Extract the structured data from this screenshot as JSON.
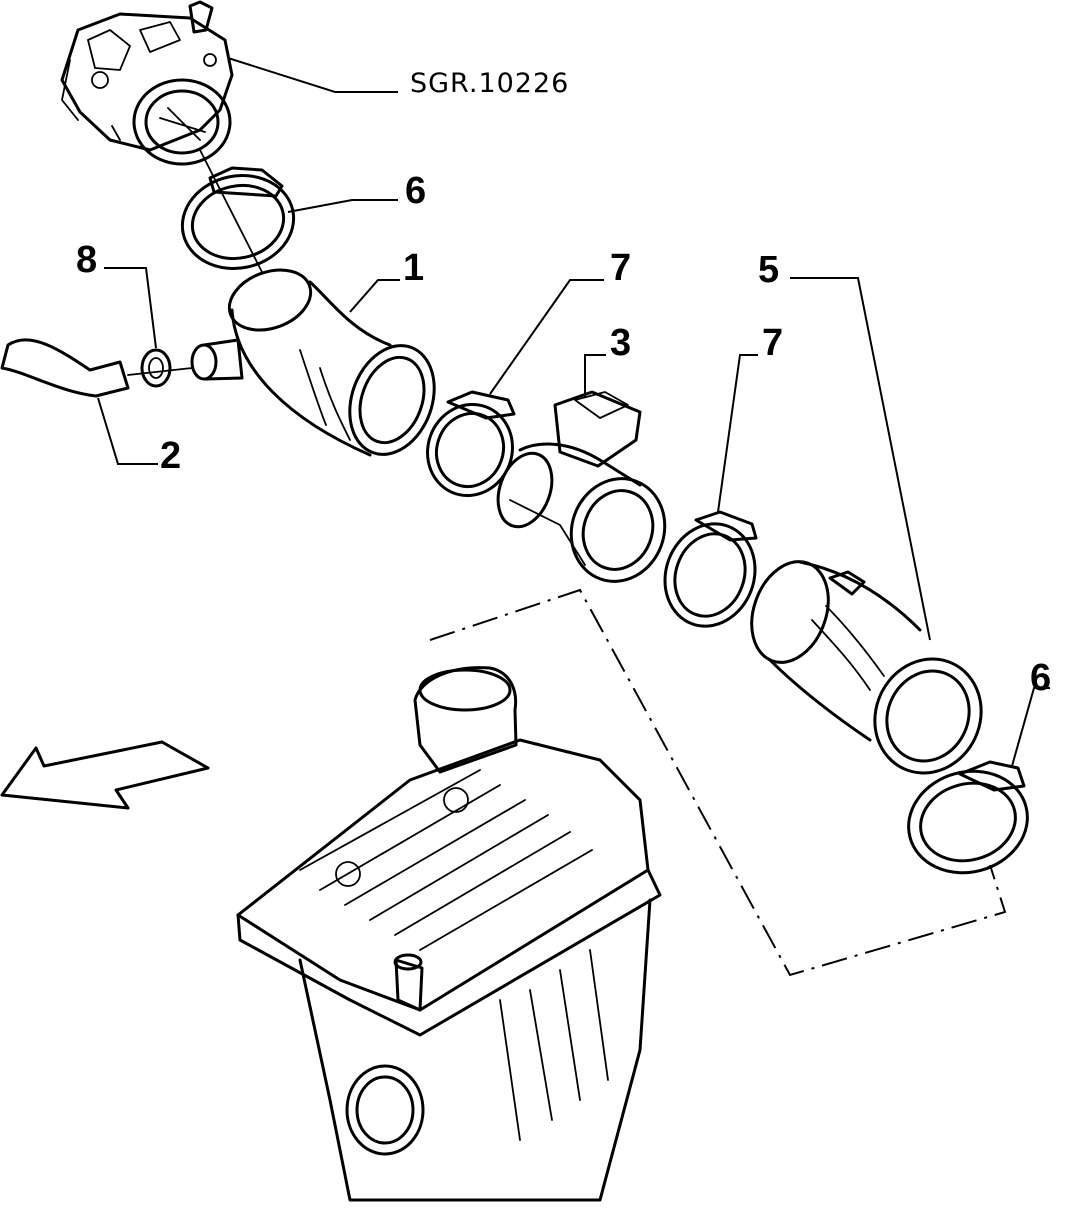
{
  "diagram": {
    "reference_code": "SGR.10226",
    "callouts": [
      {
        "id": "c6a",
        "label": "6"
      },
      {
        "id": "c8",
        "label": "8"
      },
      {
        "id": "c1",
        "label": "1"
      },
      {
        "id": "c7a",
        "label": "7"
      },
      {
        "id": "c5",
        "label": "5"
      },
      {
        "id": "c3",
        "label": "3"
      },
      {
        "id": "c7b",
        "label": "7"
      },
      {
        "id": "c2",
        "label": "2"
      },
      {
        "id": "c6b",
        "label": "6"
      }
    ]
  },
  "colors": {
    "ink": "#000000",
    "paper": "#ffffff"
  }
}
